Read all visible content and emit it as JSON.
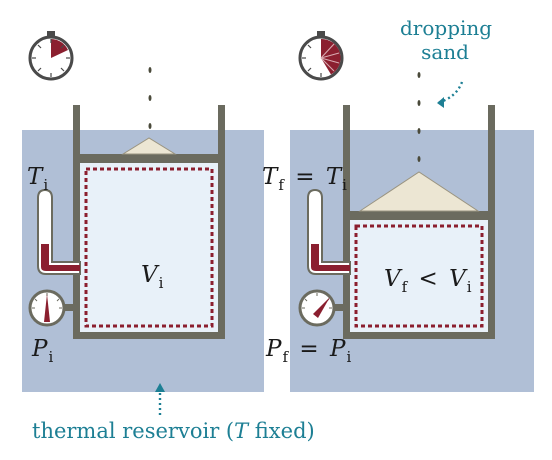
{
  "labels": {
    "dropping_sand": "dropping\nsand",
    "thermal_reservoir": "thermal reservoir (",
    "thermal_T": "T",
    "thermal_fixed": " fixed)"
  },
  "symbols": {
    "T": "T",
    "P": "P",
    "V": "V",
    "sub_i": "i",
    "sub_f": "f",
    "equals": "=",
    "less_than": "<"
  },
  "colors": {
    "reservoir": "#b0bfd6",
    "cylinder_wall": "#6b6b5f",
    "gas": "#e8f1f9",
    "dashed_boundary": "#8b1f2f",
    "sand": "#ece6d3",
    "thermometer_fluid": "#8b1f2f",
    "teal_text": "#1d7f94"
  }
}
